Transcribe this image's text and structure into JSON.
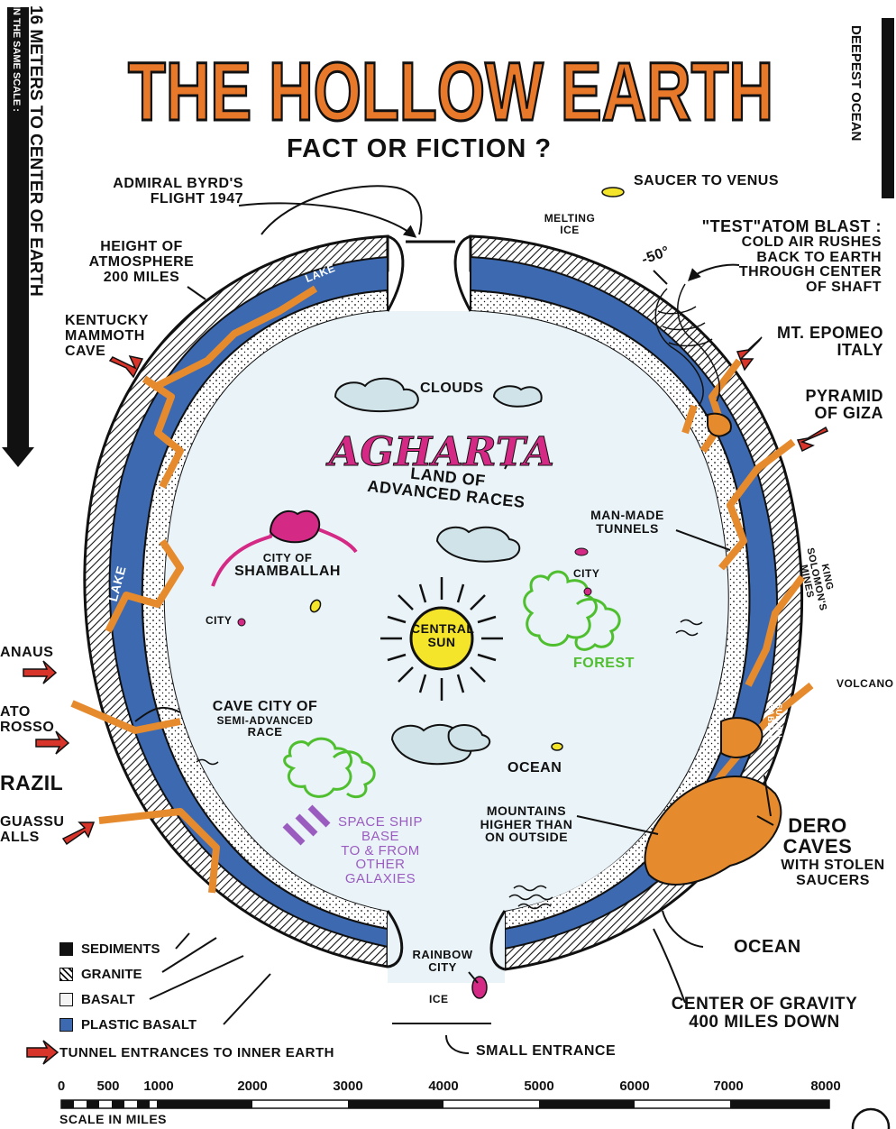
{
  "title": "THE HOLLOW EARTH",
  "subtitle": "FACT OR FICTION ?",
  "side_left": {
    "scale_note": "IN THE SAME SCALE :",
    "main": "16 METERS TO CENTER OF EARTH"
  },
  "side_right": "DEEPEST OCEAN",
  "labels": {
    "byrd": [
      "ADMIRAL BYRD'S",
      "FLIGHT 1947"
    ],
    "atmosphere": [
      "HEIGHT OF",
      "ATMOSPHERE",
      "200 MILES"
    ],
    "kentucky": [
      "KENTUCKY",
      "MAMMOTH",
      "CAVE"
    ],
    "lake_top": "LAKE",
    "lake_left": "LAKE",
    "manaus": "ANAUS",
    "mato": [
      "ATO",
      "ROSSO"
    ],
    "brazil": "RAZIL",
    "iguassu": [
      "GUASSU",
      "ALLS"
    ],
    "saucer_venus": "SAUCER TO VENUS",
    "melting_ice": [
      "MELTING",
      "ICE"
    ],
    "atom_blast": [
      "\"TEST\"ATOM BLAST :",
      "COLD AIR RUSHES",
      "BACK TO EARTH",
      "THROUGH CENTER",
      "OF SHAFT"
    ],
    "temp": "-50°",
    "epomeo": [
      "MT. EPOMEO",
      "ITALY"
    ],
    "giza": [
      "PYRAMID",
      "OF GIZA"
    ],
    "clouds": "CLOUDS",
    "agharta": "AGHARTA",
    "advanced": [
      "LAND OF",
      "ADVANCED RACES"
    ],
    "tunnels": [
      "MAN-MADE",
      "TUNNELS"
    ],
    "solomon": [
      "KING",
      "SOLOMON'S",
      "MINES"
    ],
    "shamballah": [
      "CITY OF",
      "SHAMBALLAH"
    ],
    "city_left": "CITY",
    "city_right": "CITY",
    "central_sun": [
      "CENTRAL",
      "SUN"
    ],
    "forest": "FOREST",
    "volcano": "VOLCANO",
    "cave_city": [
      "CAVE CITY OF",
      "SEMI-ADVANCED",
      "RACE"
    ],
    "ocean_inner": "OCEAN",
    "sultan": [
      "SULTAN",
      "BABBAR"
    ],
    "spaceship": [
      "SPACE SHIP",
      "BASE",
      "TO & FROM",
      "OTHER",
      "GALAXIES"
    ],
    "mountains": [
      "MOUNTAINS",
      "HIGHER THAN",
      "ON OUTSIDE"
    ],
    "dero": [
      "DERO",
      "CAVES"
    ],
    "stolen": [
      "WITH STOLEN",
      "SAUCERS"
    ],
    "rainbow": [
      "RAINBOW",
      "CITY"
    ],
    "ice_bottom": "ICE",
    "ocean_outer": "OCEAN",
    "gravity": [
      "CENTER OF GRAVITY",
      "400 MILES DOWN"
    ],
    "small_entrance": "SMALL ENTRANCE"
  },
  "legend": [
    {
      "label": "SEDIMENTS",
      "color": "#111111"
    },
    {
      "label": "GRANITE",
      "color": "#9a9a9a"
    },
    {
      "label": "BASALT",
      "color": "#f4f4f4"
    },
    {
      "label": "PLASTIC BASALT",
      "color": "#3c69b0"
    }
  ],
  "tunnel_legend": "TUNNEL ENTRANCES TO INNER EARTH",
  "scale": {
    "ticks": [
      "0",
      "500",
      "1000",
      "2000",
      "3000",
      "4000",
      "5000",
      "6000",
      "7000",
      "8000"
    ],
    "caption": "SCALE IN MILES"
  },
  "colors": {
    "title_orange": "#e8782a",
    "plastic_basalt": "#3c69b0",
    "tunnel_orange": "#e68a2e",
    "arrow_red": "#d8342a",
    "sky": "#e9f3f8",
    "agharta_magenta": "#d42a86",
    "forest_green": "#4fbf2f",
    "sun_yellow": "#f5e52a",
    "spaceship_purple": "#9b5cc0"
  }
}
